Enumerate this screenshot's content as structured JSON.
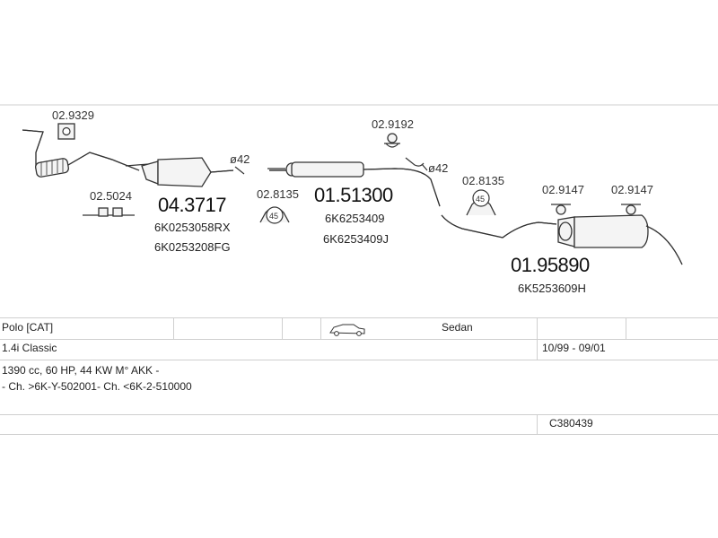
{
  "parts": {
    "clamp_02_9329": {
      "label": "02.9329",
      "icon": "flange-gasket-icon"
    },
    "front_pipe": {
      "icon": "front-pipe-with-flex-icon"
    },
    "bracket_02_5024": {
      "label": "02.5024",
      "icon": "mounting-bracket-icon"
    },
    "catalyst": {
      "code": "04.3717",
      "ref1": "6K0253058RX",
      "ref2": "6K0253208FG",
      "icon": "catalytic-converter-icon"
    },
    "dia_1": {
      "label": "ø42"
    },
    "clamp_02_8135_a": {
      "label": "02.8135",
      "size": "45",
      "icon": "pipe-clamp-icon"
    },
    "middle_silencer": {
      "code": "01.51300",
      "ref1": "6K6253409",
      "ref2": "6K6253409J",
      "icon": "middle-silencer-icon"
    },
    "hanger_02_9192": {
      "label": "02.9192",
      "icon": "rubber-hanger-icon"
    },
    "dia_2": {
      "label": "ø42"
    },
    "clamp_02_8135_b": {
      "label": "02.8135",
      "size": "45",
      "icon": "pipe-clamp-icon"
    },
    "hanger_02_9147_a": {
      "label": "02.9147",
      "icon": "rubber-hanger-icon"
    },
    "hanger_02_9147_b": {
      "label": "02.9147",
      "icon": "rubber-hanger-icon"
    },
    "rear_silencer": {
      "code": "01.95890",
      "ref1": "6K5253609H",
      "icon": "rear-silencer-icon"
    }
  },
  "vehicle": {
    "model": "Polo  [CAT]",
    "body_icon": "sedan-car-icon",
    "body_type": "Sedan",
    "variant": "1.4i Classic",
    "years": "10/99 - 09/01",
    "engine": "1390 cc, 60 HP, 44 KW M° AKK -",
    "chassis": "- Ch. >6K-Y-502001- Ch. <6K-2-510000",
    "catalog_no": "C380439"
  },
  "colors": {
    "line": "#333333",
    "grid": "#cfcfcf",
    "part_fill": "#f4f4f4"
  }
}
